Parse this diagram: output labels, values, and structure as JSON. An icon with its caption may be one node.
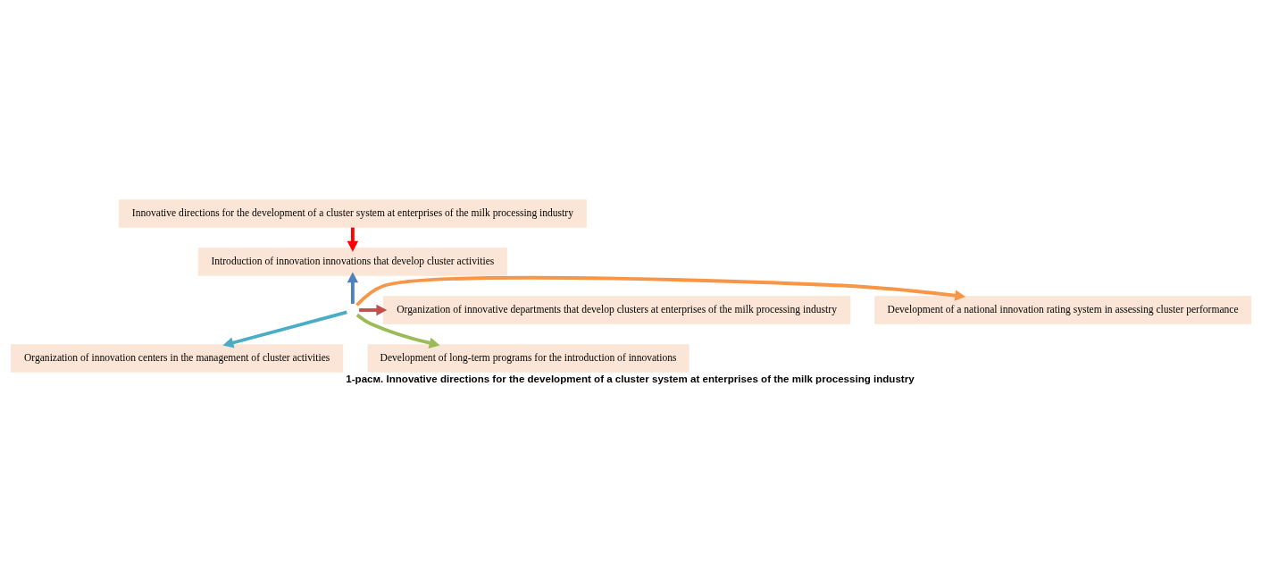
{
  "diagram": {
    "caption": "1-расм. Innovative directions for the development of a cluster system at enterprises of the milk processing industry",
    "nodes": [
      {
        "text": [
          "Innovative directions for the development of a cluster system at enterprises of the milk processing industry"
        ]
      },
      {
        "text": [
          "Introduction of innovation innovations that develop cluster activities"
        ]
      },
      {
        "text": [
          "Development of a national innovation rating system in assessing cluster performance"
        ]
      },
      {
        "text": [
          "Organization of innovative departments that develop clusters at enterprises of the milk processing industry"
        ]
      },
      {
        "text": [
          "Organization of innovation centers in the management of cluster activities"
        ]
      },
      {
        "text": [
          "Development of long-term programs for the introduction of innovations"
        ]
      }
    ],
    "edges": [
      {
        "from": 0,
        "to": 1,
        "arrow": "to",
        "color": "#ff0000"
      },
      {
        "from": null,
        "to": 1,
        "arrow": "to",
        "color": "#4f81bd"
      },
      {
        "from": null,
        "to": 2,
        "arrow": "to",
        "color": "#f79646"
      },
      {
        "from": null,
        "to": 3,
        "arrow": "to",
        "color": "#c0504d"
      },
      {
        "from": null,
        "to": 4,
        "arrow": "to",
        "color": "#4bacc6"
      },
      {
        "from": null,
        "to": 5,
        "arrow": "to",
        "color": "#9bbb59"
      }
    ]
  }
}
